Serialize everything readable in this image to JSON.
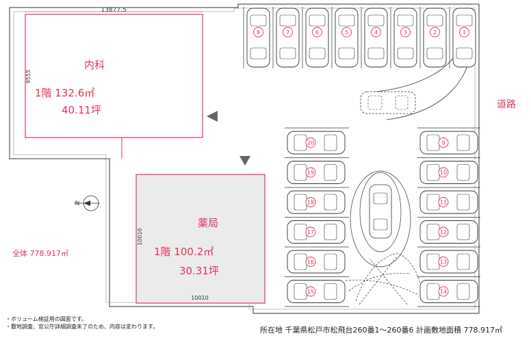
{
  "plan": {
    "site_dim_top": "13877.5",
    "site_dim_left": "9555",
    "naika": {
      "name": "内科",
      "floor_area": "1階 132.6㎡",
      "tsubo": "40.11坪"
    },
    "yakkyoku": {
      "name": "薬局",
      "floor_area": "1階 100.2㎡",
      "tsubo": "30.31坪",
      "dim_left": "10010",
      "dim_bottom": "10010"
    },
    "road_label": "道路",
    "total_area": "全体 778.917㎡",
    "north_mark": "N",
    "parking_top": [
      "8",
      "7",
      "6",
      "5",
      "4",
      "3",
      "2",
      "1"
    ],
    "parking_left": [
      "20",
      "19",
      "18",
      "17",
      "16",
      "15"
    ],
    "parking_right": [
      "9",
      "10",
      "11",
      "12",
      "13",
      "14"
    ]
  },
  "notes": {
    "line1": "・ボリューム検証用の図面です。",
    "line2": "・敷地調査、官公庁詳細調査未了のため、内容は変わります。"
  },
  "address_line": "所在地 千葉県松戸市松飛台260番1〜260番6 計画敷地面積 778.917㎡",
  "colors": {
    "accent": "#e0335a",
    "building_fill": "#ebebeb"
  }
}
